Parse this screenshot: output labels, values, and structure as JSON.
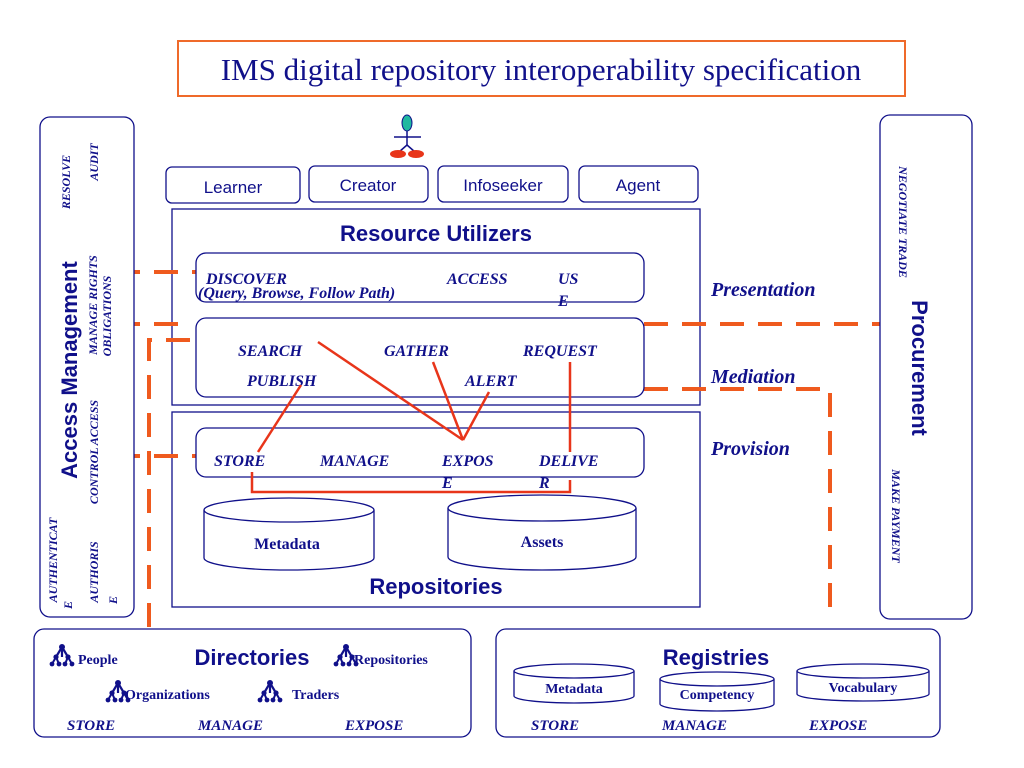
{
  "title": "IMS digital repository interoperability specification",
  "utilizers": {
    "roles": [
      "Learner",
      "Creator",
      "Infoseeker",
      "Agent"
    ],
    "heading": "Resource Utilizers"
  },
  "presentation": {
    "discover": "DISCOVER",
    "discover_sub": "(Query, Browse, Follow Path)",
    "access": "ACCESS",
    "use_1": "US",
    "use_2": "E"
  },
  "mediation": {
    "search": "SEARCH",
    "gather": "GATHER",
    "request": "REQUEST",
    "publish": "PUBLISH",
    "alert": "ALERT"
  },
  "provision": {
    "store": "STORE",
    "manage": "MANAGE",
    "expose_1": "EXPOS",
    "expose_2": "E",
    "deliver_1": "DELIVE",
    "deliver_2": "R"
  },
  "repositories": {
    "metadata": "Metadata",
    "assets": "Assets",
    "heading": "Repositories"
  },
  "layers": {
    "presentation": "Presentation",
    "mediation": "Mediation",
    "provision": "Provision"
  },
  "access_management": {
    "heading": "Access Management",
    "resolve": "RESOLVE",
    "audit": "AUDIT",
    "manage_rights": "MANAGE RIGHTS",
    "obligations": "OBLIGATIONS",
    "control_access": "CONTROL ACCESS",
    "authenticate_1": "AUTHENTICAT",
    "authenticate_2": "E",
    "authorise_1": "AUTHORIS",
    "authorise_2": "E"
  },
  "procurement": {
    "heading": "Procurement",
    "negotiate_trade": "NEGOTIATE TRADE",
    "make_payment": "MAKE PAYMENT"
  },
  "directories": {
    "heading": "Directories",
    "people": "People",
    "repositories": "Repositories",
    "organizations": "Organizations",
    "traders": "Traders",
    "store": "STORE",
    "manage": "MANAGE",
    "expose": "EXPOSE"
  },
  "registries": {
    "heading": "Registries",
    "metadata": "Metadata",
    "competency": "Competency",
    "vocabulary": "Vocabulary",
    "store": "STORE",
    "manage": "MANAGE",
    "expose": "EXPOSE"
  }
}
